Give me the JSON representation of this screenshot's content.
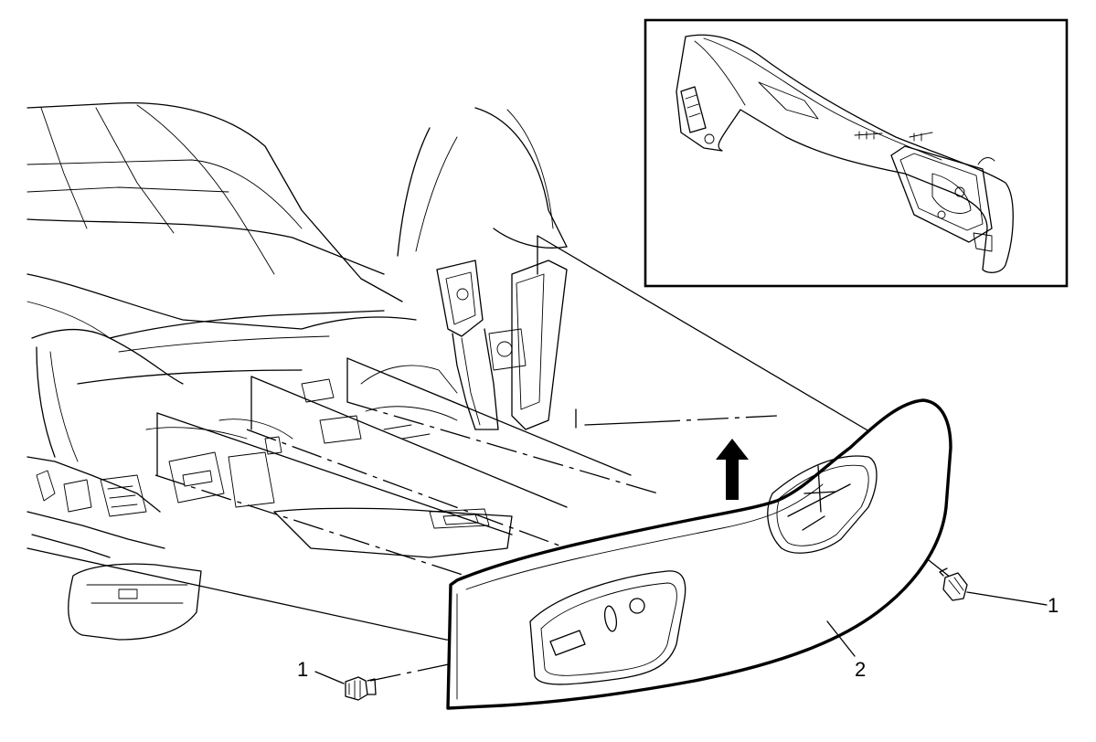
{
  "diagram": {
    "callouts": {
      "fastener_left": "1",
      "fastener_right": "1",
      "panel": "2"
    },
    "icons": [
      "arrow-up-icon"
    ],
    "colors": {
      "line": "#000000",
      "background": "#ffffff"
    }
  }
}
